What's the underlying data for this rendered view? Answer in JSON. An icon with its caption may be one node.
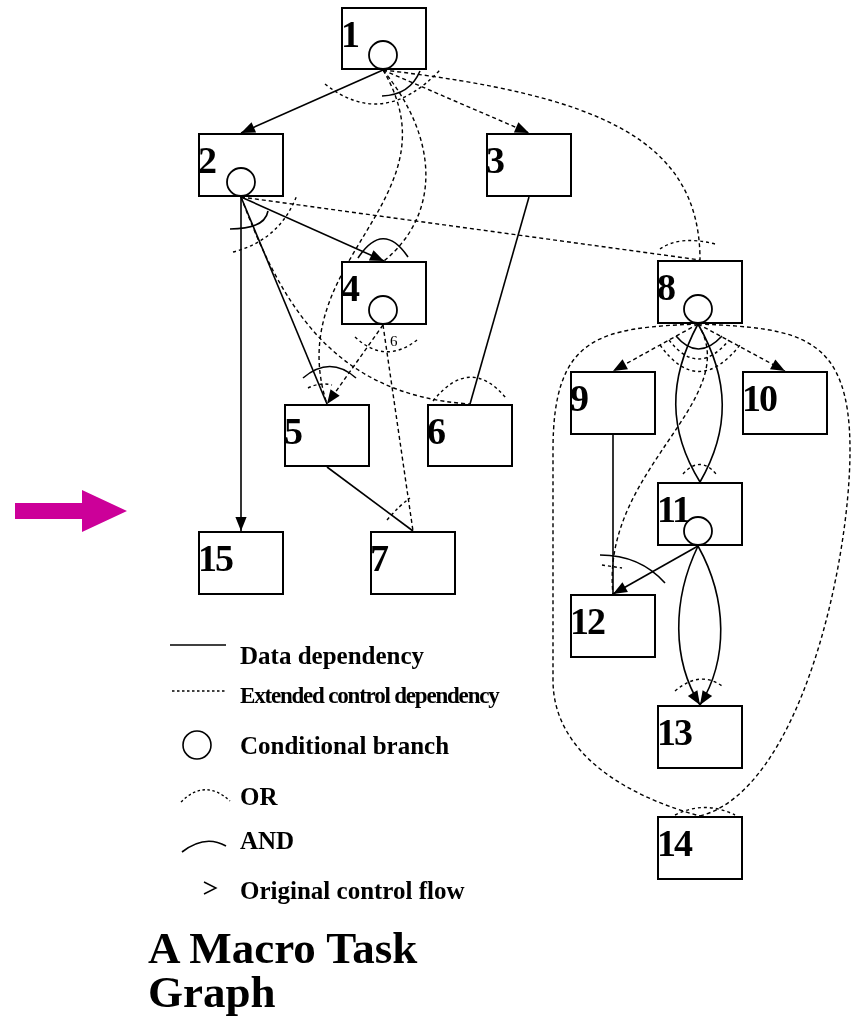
{
  "diagram": {
    "title": "A Macro Task Graph",
    "nodes": [
      {
        "text": [
          "1"
        ]
      },
      {
        "text": [],
        "shape": "circle",
        "in": 0
      },
      {
        "text": [
          "2"
        ]
      },
      {
        "text": [],
        "shape": "circle",
        "in": 2
      },
      {
        "text": [
          "3"
        ]
      },
      {
        "text": [
          "4"
        ]
      },
      {
        "text": [],
        "shape": "circle",
        "in": 5
      },
      {
        "text": [
          "5"
        ]
      },
      {
        "text": [
          "6"
        ]
      },
      {
        "text": [
          "7"
        ]
      },
      {
        "text": [
          "8"
        ]
      },
      {
        "text": [],
        "shape": "circle",
        "in": 10
      },
      {
        "text": [
          "9"
        ]
      },
      {
        "text": [
          "10"
        ]
      },
      {
        "text": [
          "11"
        ]
      },
      {
        "text": [],
        "shape": "circle",
        "in": 14
      },
      {
        "text": [
          "12"
        ]
      },
      {
        "text": [
          "13"
        ]
      },
      {
        "text": [
          "14"
        ]
      },
      {
        "text": [
          "15"
        ]
      }
    ],
    "edges": [
      {
        "from": 1,
        "to": 2,
        "arrow": "to"
      },
      {
        "from": 1,
        "to": 4,
        "arrow": "to",
        "style": "dashed"
      },
      {
        "from": 1,
        "to": 10,
        "arrow": "none",
        "style": "dashed"
      },
      {
        "from": 1,
        "to": 5,
        "arrow": "none",
        "style": "dashed"
      },
      {
        "from": 1,
        "to": 7,
        "arrow": "none",
        "style": "dashed"
      },
      {
        "from": 3,
        "to": 5,
        "arrow": "to"
      },
      {
        "from": 3,
        "to": 7,
        "arrow": "none"
      },
      {
        "from": 3,
        "to": 19,
        "arrow": "to"
      },
      {
        "from": 3,
        "to": 10,
        "arrow": "none",
        "style": "dashed"
      },
      {
        "from": 3,
        "to": 8,
        "arrow": "none",
        "style": "dashed"
      },
      {
        "from": 4,
        "to": 8,
        "arrow": "none"
      },
      {
        "from": 6,
        "to": 7,
        "arrow": "to",
        "style": "dashed"
      },
      {
        "from": 6,
        "to": 9,
        "arrow": "none",
        "style": "dashed"
      },
      {
        "from": 7,
        "to": 9,
        "arrow": "none"
      },
      {
        "from": 11,
        "to": 12,
        "arrow": "to",
        "style": "dashed"
      },
      {
        "from": 11,
        "to": 13,
        "arrow": "to",
        "style": "dashed"
      },
      {
        "from": 11,
        "to": 14,
        "arrow": "none"
      },
      {
        "from": 11,
        "to": 14,
        "arrow": "none"
      },
      {
        "from": 11,
        "to": 16,
        "arrow": "none",
        "style": "dashed"
      },
      {
        "from": 11,
        "to": 18,
        "arrow": "none",
        "style": "dashed"
      },
      {
        "from": 11,
        "to": 18,
        "arrow": "none",
        "style": "dashed"
      },
      {
        "from": 12,
        "to": 16,
        "arrow": "none"
      },
      {
        "from": 15,
        "to": 16,
        "arrow": "to"
      },
      {
        "from": 15,
        "to": 17,
        "arrow": "to"
      },
      {
        "from": 15,
        "to": 17,
        "arrow": "to"
      }
    ],
    "labels": [
      "6"
    ],
    "legend": [
      {
        "text": "Data dependency"
      },
      {
        "text": "Extended control dependency"
      },
      {
        "text": "Conditional branch"
      },
      {
        "text": "OR"
      },
      {
        "text": "AND"
      },
      {
        "text": "Original control flow"
      }
    ]
  }
}
